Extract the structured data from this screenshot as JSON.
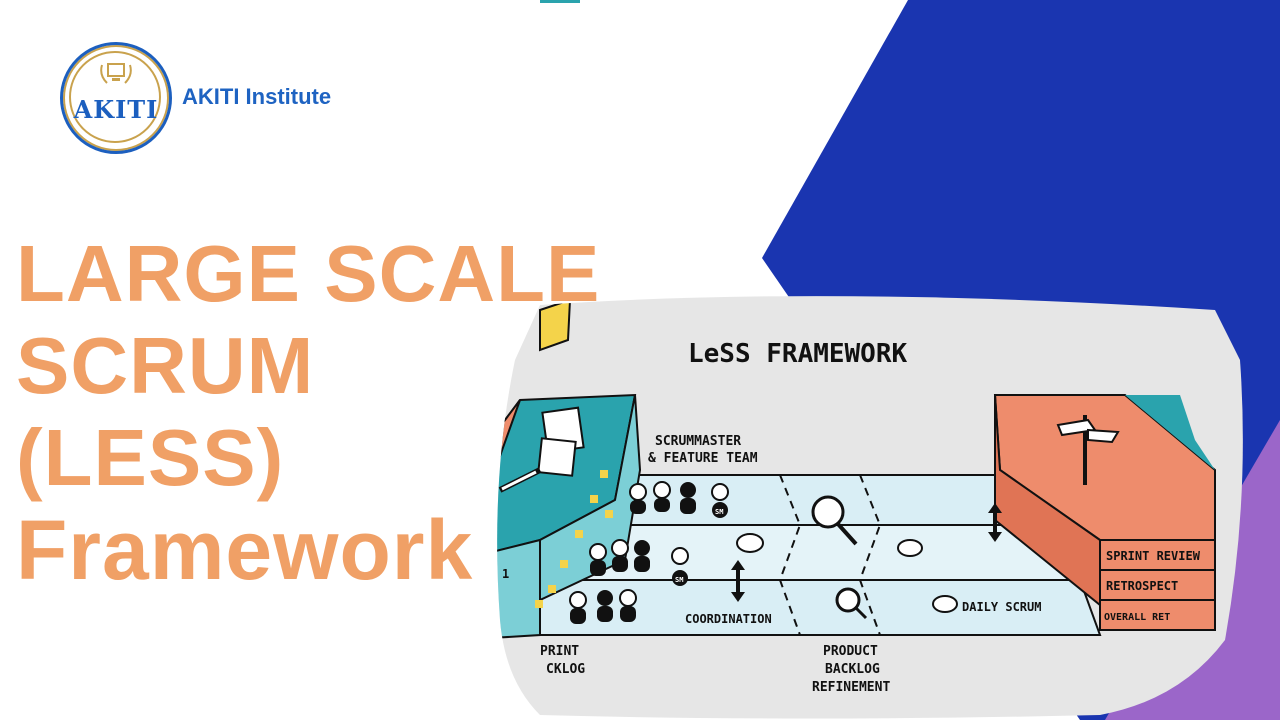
{
  "brand": {
    "name": "AKITI Institute",
    "logo_text": "AKITI"
  },
  "title_lines": [
    "LARGE SCALE",
    "SCRUM",
    "(LESS)",
    "Framework"
  ],
  "illustration": {
    "heading": "LeSS FRAMEWORK",
    "label_scrummaster": "SCRUMMASTER",
    "label_feature_team": "& FEATURE TEAM",
    "label_coordination": "COORDINATION",
    "label_daily_scrum": "DAILY SCRUM",
    "label_product": "PRODUCT",
    "label_backlog": "BACKLOG",
    "label_refinement": "REFINEMENT",
    "label_sprint": "PRINT",
    "label_sprint_backlog": "CKLOG",
    "label_sprint_review": "SPRINT REVIEW",
    "label_retrospective": "RETROSPECT",
    "label_overall_retro": "OVERALL RET",
    "label_sm": "SM",
    "label_number": "1"
  },
  "colors": {
    "accent_orange": "#f0a066",
    "brand_blue": "#1e63c2",
    "shape_blue": "#1a35b0",
    "shape_purple": "#9b66c9",
    "teal": "#2aa3ad",
    "salmon": "#ee8c6c"
  }
}
